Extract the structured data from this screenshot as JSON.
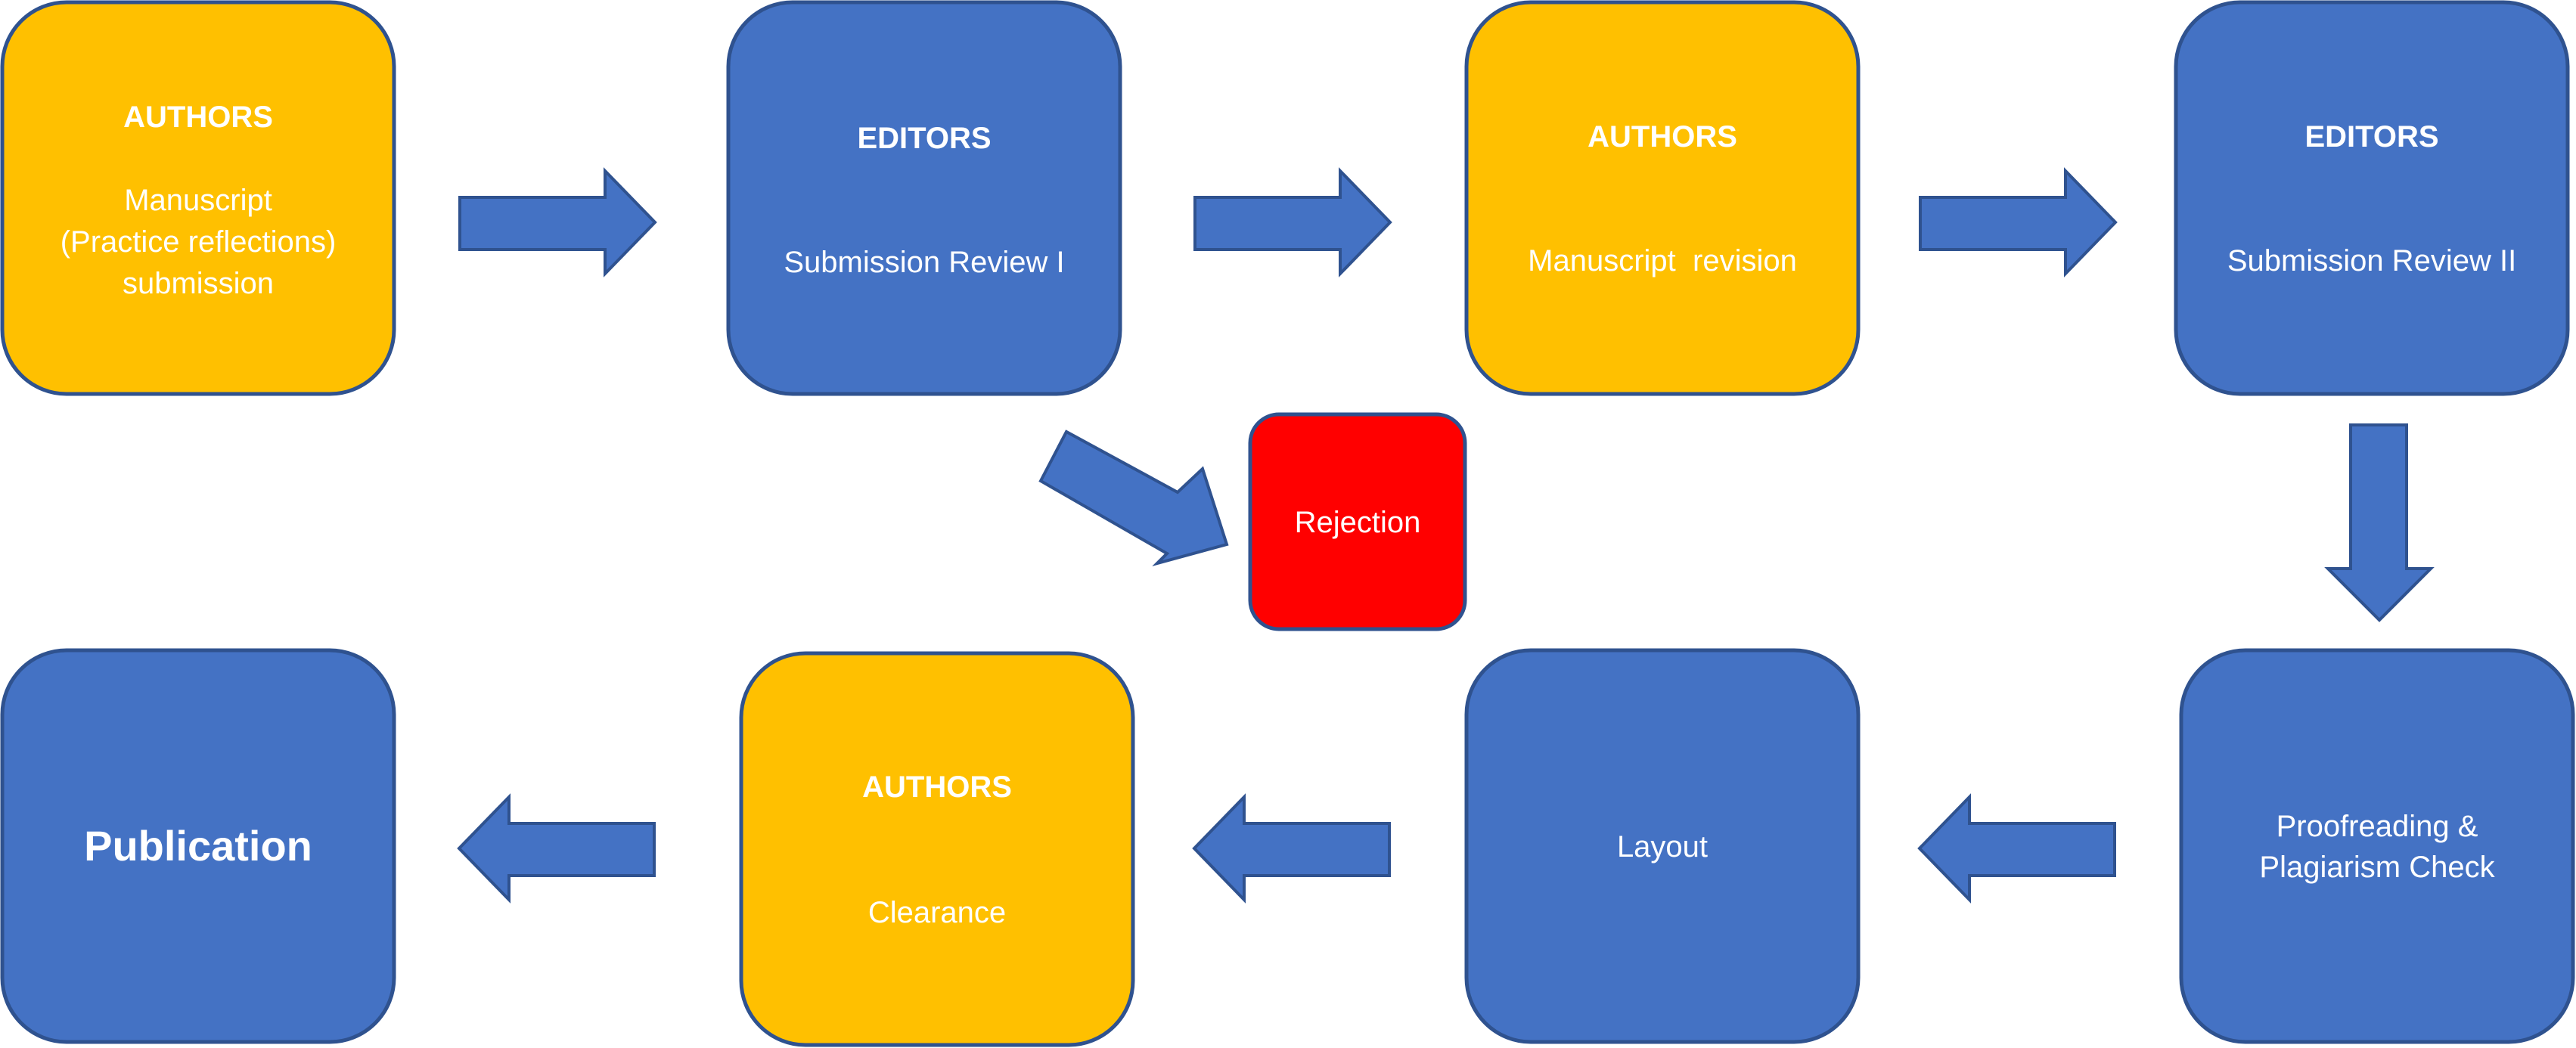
{
  "colors": {
    "authors": "#FFC000",
    "editors": "#4472C4",
    "rejection": "#FF0000",
    "border": "#2F528F",
    "arrow": "#4472C4",
    "text": "#FFFFFF"
  },
  "nodes": {
    "authors_submission": {
      "role": "AUTHORS",
      "line1": "Manuscript",
      "line2": "(Practice reflections)",
      "line3": "submission"
    },
    "editors_review_1": {
      "role": "EDITORS",
      "label": "Submission Review I"
    },
    "authors_revision": {
      "role": "AUTHORS",
      "label": "Manuscript  revision"
    },
    "editors_review_2": {
      "role": "EDITORS",
      "label": "Submission Review II"
    },
    "rejection": {
      "label": "Rejection"
    },
    "proofreading": {
      "line1": "Proofreading &",
      "line2": "Plagiarism Check"
    },
    "layout": {
      "label": "Layout"
    },
    "authors_clearance": {
      "role": "AUTHORS",
      "label": "Clearance"
    },
    "publication": {
      "label": "Publication"
    }
  }
}
